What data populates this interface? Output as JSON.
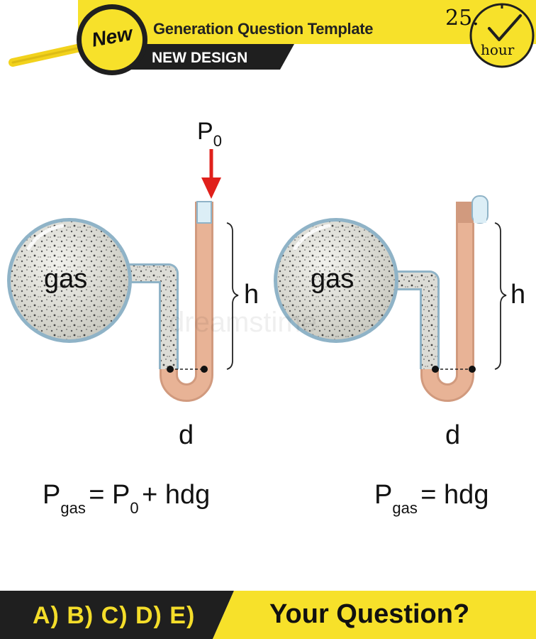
{
  "header": {
    "badge": "New",
    "title": "Generation Question Template",
    "subtitle": "NEW DESIGN",
    "clock_number": "25.",
    "clock_unit": "hour"
  },
  "diagram": {
    "left": {
      "gas_label": "gas",
      "pressure_symbol": "P",
      "pressure_subscript": "0",
      "height_label": "h",
      "density_label": "d",
      "formula": {
        "p": "P",
        "p_sub": "gas",
        "equals": "= P",
        "rhs_sub": "0",
        "rest": "+ hdg"
      }
    },
    "right": {
      "gas_label": "gas",
      "height_label": "h",
      "density_label": "d",
      "formula": {
        "p": "P",
        "p_sub": "gas",
        "rest": "= hdg"
      }
    },
    "watermark": "dreamstime"
  },
  "footer": {
    "answers": "A) B) C) D) E)",
    "question": "Your Question?"
  },
  "colors": {
    "accent_yellow": "#f7e12a",
    "dark": "#1f1f1f",
    "arrow_red": "#e0201b",
    "liquid": "#e8b396",
    "gas_fill": "#dcdcd6"
  }
}
